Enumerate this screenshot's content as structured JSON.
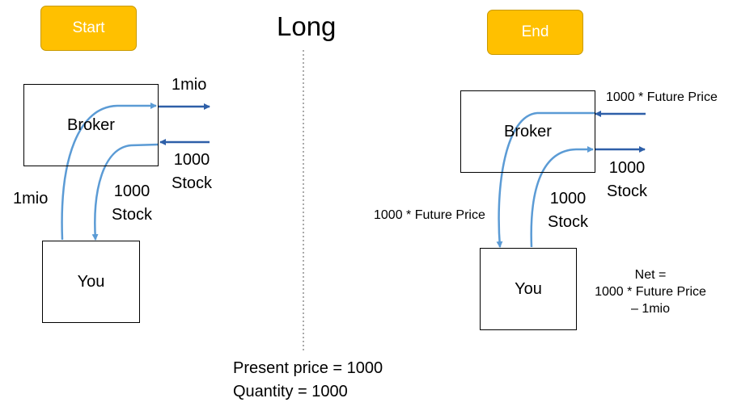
{
  "title": "Long",
  "start": {
    "badge": "Start",
    "broker": "Broker",
    "you": "You",
    "cash_out_label": "1mio",
    "stock_in_label_1": "1000",
    "stock_in_label_2": "Stock",
    "you_to_broker_label": "1mio",
    "broker_to_you_label_1": "1000",
    "broker_to_you_label_2": "Stock"
  },
  "end": {
    "badge": "End",
    "broker": "Broker",
    "you": "You",
    "cash_in_label": "1000 * Future Price",
    "stock_out_label_1": "1000",
    "stock_out_label_2": "Stock",
    "broker_to_you_label": "1000 * Future Price",
    "you_to_broker_label_1": "1000",
    "you_to_broker_label_2": "Stock",
    "net_line_1": "Net =",
    "net_line_2": "1000 * Future Price",
    "net_line_3": "– 1mio"
  },
  "footer": {
    "present_price": "Present price = 1000",
    "quantity": "Quantity = 1000"
  },
  "colors": {
    "badge": "#ffc000",
    "arrow_light": "#5b9bd5",
    "arrow_dark": "#2e5fa8"
  }
}
